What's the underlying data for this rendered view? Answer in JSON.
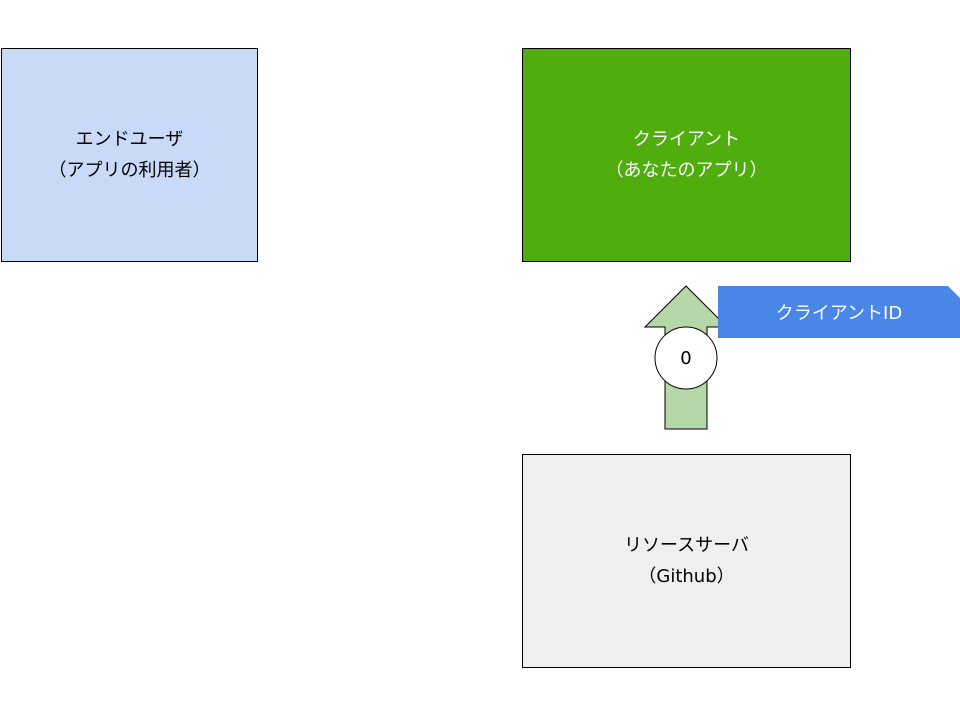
{
  "nodes": {
    "end_user": {
      "line1": "エンドユーザ",
      "line2": "（アプリの利用者）",
      "fill": "#c9daf8"
    },
    "client": {
      "line1": "クライアント",
      "line2": "（あなたのアプリ）",
      "fill": "#4fad0d"
    },
    "resource_server": {
      "line1": "リソースサーバ",
      "line2": "（Github）",
      "fill": "#efefef"
    }
  },
  "arrow": {
    "direction": "up",
    "from": "resource_server",
    "to": "client",
    "fill": "#b6d7a8",
    "step": "0"
  },
  "tag": {
    "label": "クライアントID",
    "fill": "#4a86e8"
  }
}
